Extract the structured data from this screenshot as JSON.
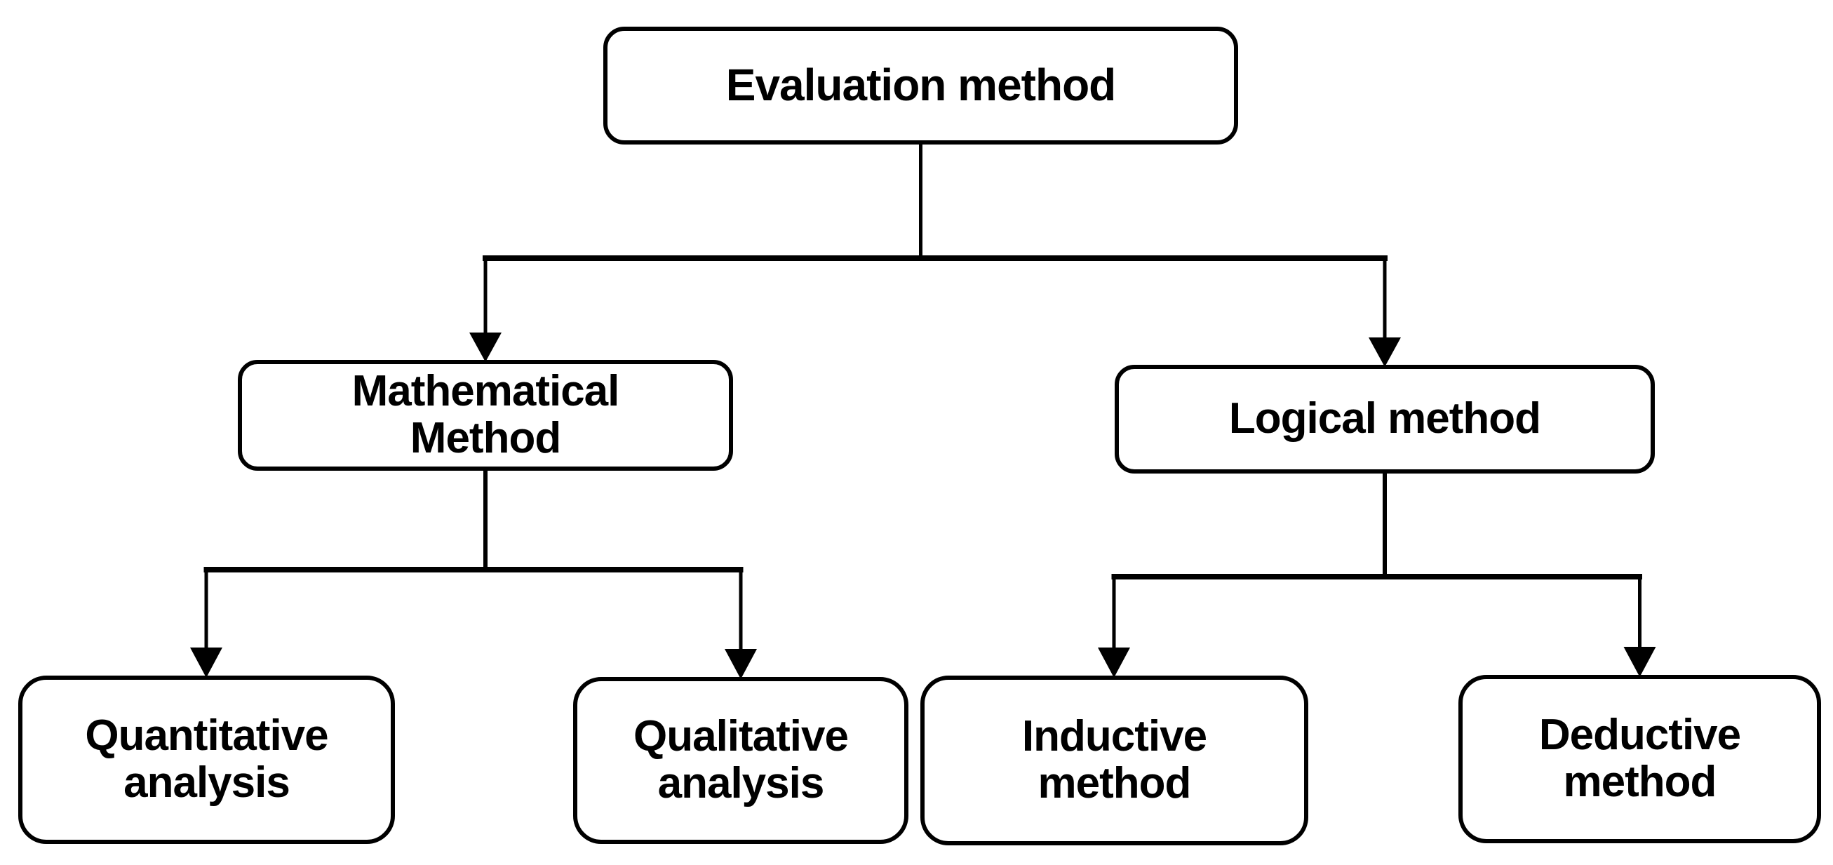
{
  "diagram": {
    "type": "flowchart-hierarchy",
    "background_color": "#ffffff",
    "line_color": "#000000",
    "box_fill_color": "#ffffff",
    "box_border_color": "#000000",
    "text_color": "#000000",
    "arrow_style": "solid-filled-triangle-down"
  },
  "nodes": {
    "root": {
      "label": "Evaluation method"
    },
    "mathematical": {
      "label": "Mathematical\nMethod"
    },
    "logical": {
      "label": "Logical method"
    },
    "quantitative": {
      "label": "Quantitative\nanalysis"
    },
    "qualitative": {
      "label": "Qualitative\nanalysis"
    },
    "inductive": {
      "label": "Inductive\nmethod"
    },
    "deductive": {
      "label": "Deductive\nmethod"
    }
  },
  "edges": [
    {
      "from": "Evaluation method",
      "to": "Mathematical Method"
    },
    {
      "from": "Evaluation method",
      "to": "Logical method"
    },
    {
      "from": "Mathematical Method",
      "to": "Quantitative analysis"
    },
    {
      "from": "Mathematical Method",
      "to": "Qualitative analysis"
    },
    {
      "from": "Logical method",
      "to": "Inductive method"
    },
    {
      "from": "Logical method",
      "to": "Deductive method"
    }
  ]
}
